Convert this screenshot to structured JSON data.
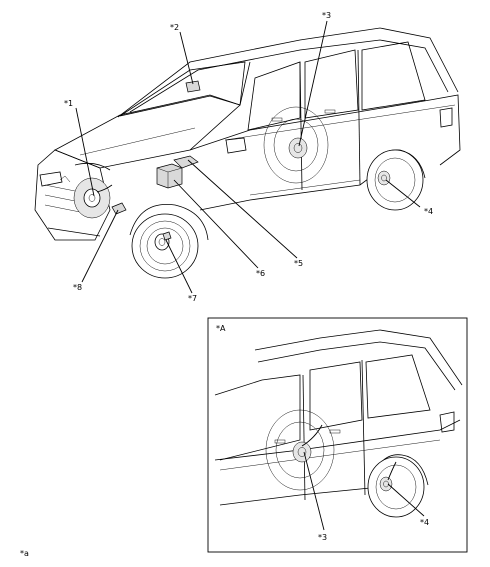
{
  "callouts": {
    "c1": "*1",
    "c2": "*2",
    "c3": "*3",
    "c4": "*4",
    "c5": "*5",
    "c6": "*6",
    "c7": "*7",
    "c8": "*8"
  },
  "inset": {
    "title": "*A",
    "c3": "*3",
    "c4": "*4"
  },
  "footnote": "*a"
}
